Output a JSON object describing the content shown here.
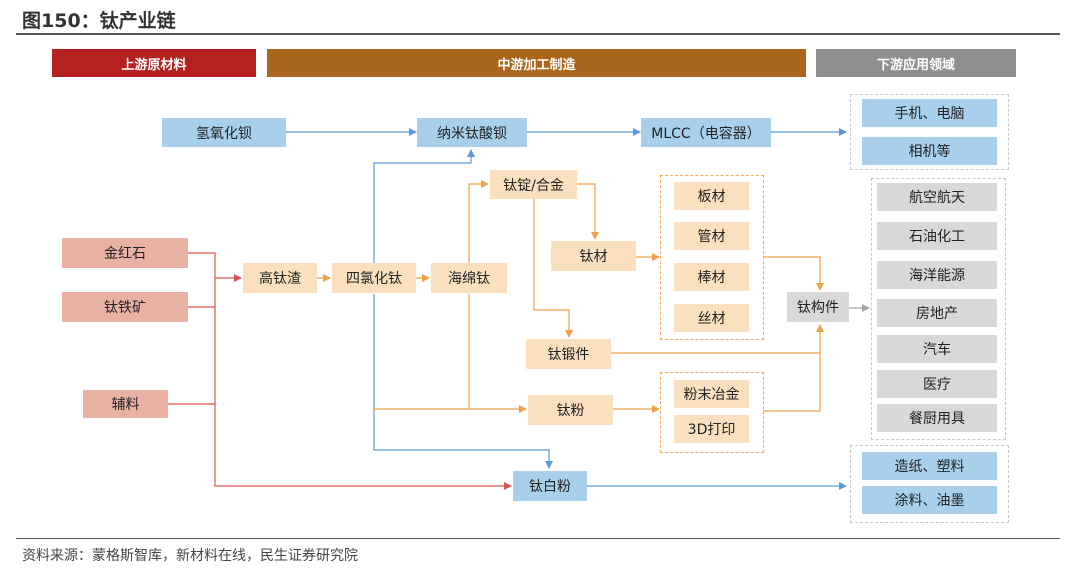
{
  "figure_title": "图150：钛产业链",
  "source_note": "资料来源：蒙格斯智库，新材料在线，民生证券研究院",
  "colors": {
    "upstream": "#b52120",
    "midstream": "#a9661c",
    "downstream": "#8f8f8f",
    "blue_arrow": "#5b9bd5",
    "orange_arrow": "#f0a048",
    "red_arrow": "#d9534f",
    "grey_arrow": "#a6a6a6"
  },
  "bands": {
    "upstream": "上游原材料",
    "midstream": "中游加工制造",
    "downstream": "下游应用领域"
  },
  "nodes": {
    "barium_hydroxide": "氢氧化钡",
    "nano_barium_titanate": "纳米钛酸钡",
    "mlcc": "MLCC（电容器）",
    "rutile": "金红石",
    "ilmenite": "钛铁矿",
    "auxiliary": "辅料",
    "high_ti_slag": "高钛渣",
    "ticl4": "四氯化钛",
    "sponge_ti": "海绵钛",
    "ingot_alloy": "钛锭/合金",
    "ti_material": "钛材",
    "forgings": "钛锻件",
    "ti_powder": "钛粉",
    "components": "钛构件",
    "tio2": "钛白粉"
  },
  "ti_material_types": [
    "板材",
    "管材",
    "棒材",
    "丝材"
  ],
  "powder_uses": [
    "粉末冶金",
    "3D打印"
  ],
  "downstream_mlcc": [
    "手机、电脑",
    "相机等"
  ],
  "downstream_components": [
    "航空航天",
    "石油化工",
    "海洋能源",
    "房地产",
    "汽车",
    "医疗",
    "餐厨用具"
  ],
  "downstream_tio2": [
    "造纸、塑料",
    "涂料、油墨"
  ]
}
